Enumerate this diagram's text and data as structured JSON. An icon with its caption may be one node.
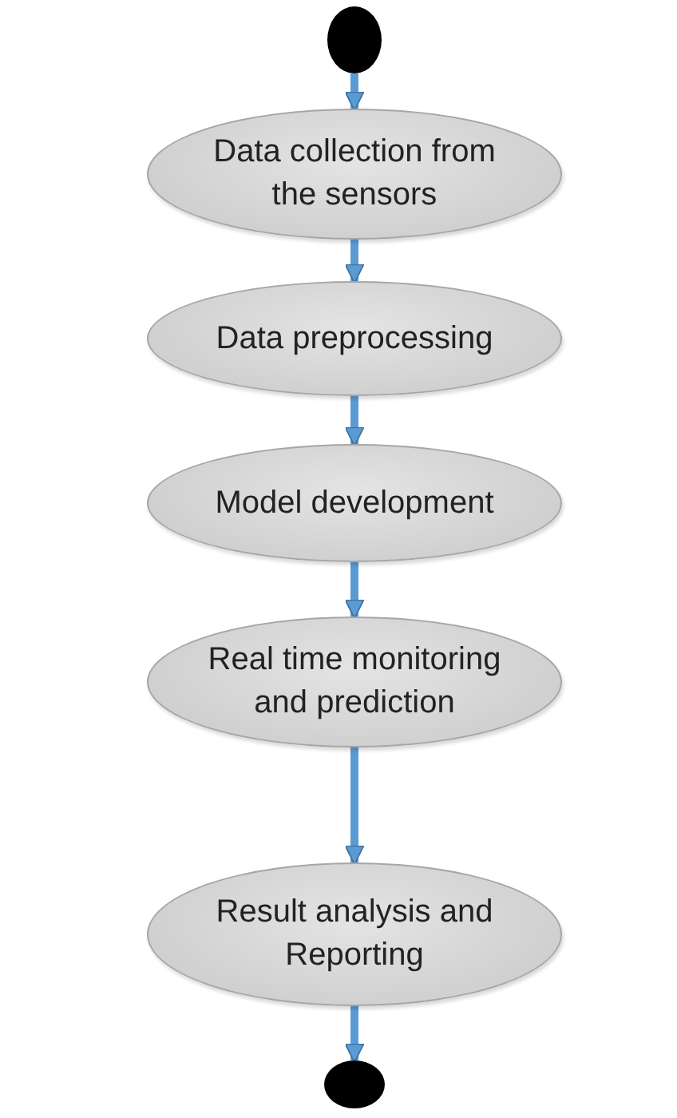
{
  "diagram": {
    "nodes": [
      {
        "text": [],
        "shape": "circle"
      },
      {
        "text": [
          "Data collection from the sensors"
        ]
      },
      {
        "text": [
          "Data preprocessing"
        ]
      },
      {
        "text": [
          "Model development"
        ]
      },
      {
        "text": [
          "Real time monitoring and prediction"
        ]
      },
      {
        "text": [
          "Result analysis and Reporting"
        ]
      },
      {
        "text": [],
        "shape": "circle"
      }
    ],
    "edges": [
      {
        "from": 0,
        "to": 1,
        "arrow": "to"
      },
      {
        "from": 1,
        "to": 2,
        "arrow": "to"
      },
      {
        "from": 2,
        "to": 3,
        "arrow": "to"
      },
      {
        "from": 3,
        "to": 4,
        "arrow": "to"
      },
      {
        "from": 4,
        "to": 5,
        "arrow": "to"
      },
      {
        "from": 5,
        "to": 6,
        "arrow": "to"
      }
    ]
  }
}
